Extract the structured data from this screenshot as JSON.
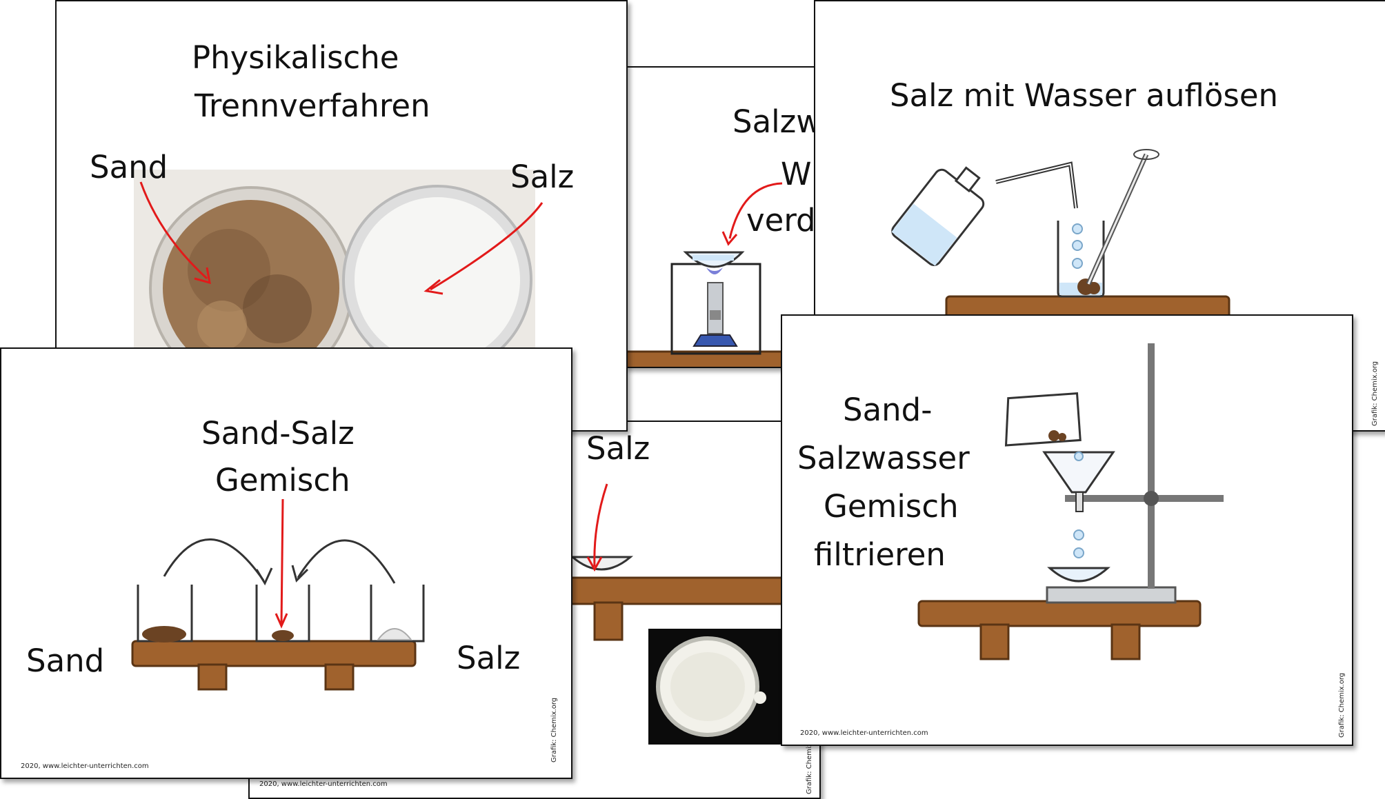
{
  "slides": {
    "salt_evaporate": {
      "title_line1": "Salzw",
      "title_line2": "W",
      "title_line3": "verd"
    },
    "salt_dish": {
      "label": "Salz",
      "footer": "2020, www.leichter-unterrichten.com",
      "credit": "Grafik: Chemix"
    },
    "physical": {
      "title_line1": "Physikalische",
      "title_line2": "Trennverfahren",
      "label_sand": "Sand",
      "label_salt": "Salz"
    },
    "dissolve": {
      "title": "Salz mit Wasser auflösen",
      "credit": "Grafik: Chemix.org"
    },
    "filter": {
      "title_line1": "Sand-",
      "title_line2": "Salzwasser",
      "title_line3": "Gemisch",
      "title_line4": "filtrieren",
      "footer": "2020, www.leichter-unterrichten.com",
      "credit": "Grafik: Chemix.org"
    },
    "mixture": {
      "title_line1": "Sand-Salz",
      "title_line2": "Gemisch",
      "label_sand": "Sand",
      "label_salt": "Salz",
      "footer": "2020, www.leichter-unterrichten.com",
      "credit": "Grafik: Chemix.org"
    }
  },
  "colors": {
    "table_wood": "#a0622d",
    "table_edge": "#5a3414",
    "arrow_red": "#e21a1a",
    "water": "#cfe6f8",
    "burner_blue": "#3858b0",
    "stand_gray": "#6d6d6d",
    "sand_brown": "#6b4323"
  },
  "icons": [
    "bunsen-burner-icon",
    "wash-bottle-icon",
    "beaker-icon",
    "stirring-rod-icon",
    "funnel-icon",
    "retort-stand-icon",
    "evaporating-dish-icon",
    "curved-arrow-icon"
  ]
}
